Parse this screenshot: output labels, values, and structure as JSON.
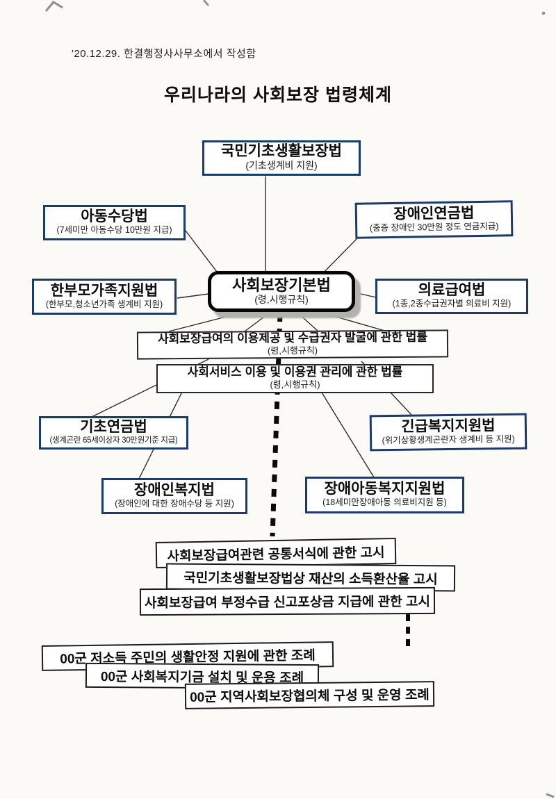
{
  "meta": {
    "note": "'20.12.29. 한결행정사사무소에서 작성함",
    "title": "우리나라의 사회보장 법령체계"
  },
  "laws": {
    "center": {
      "title": "사회보장기본법",
      "subtitle": "(령,시행규칙)"
    },
    "national_basic": {
      "title": "국민기초생활보장법",
      "subtitle": "(기초생계비 지원)"
    },
    "child_allowance": {
      "title": "아동수당법",
      "subtitle": "(7세미만 아동수당 10만원 지급)"
    },
    "disability_pension": {
      "title": "장애인연금법",
      "subtitle": "(중증 장애인 30만원 정도 연금지급)"
    },
    "single_parent": {
      "title": "한부모가족지원법",
      "subtitle": "(한부모,청소년가족 생계비 지원)"
    },
    "medical_benefit": {
      "title": "의료급여법",
      "subtitle": "(1종,2종수급권자별 의료비 지원)"
    },
    "benefit_provision": {
      "title": "사회보장급여의 이용제공 및 수급권자 발굴에 관한 법률",
      "subtitle": "(령,시행규칙)"
    },
    "social_service": {
      "title": "사회서비스 이용 및 이용권 관리에 관한 법률",
      "subtitle": "(령,시행규칙)"
    },
    "basic_pension": {
      "title": "기초연금법",
      "subtitle": "(생계곤란 65세이상자 30만원기준 지급)"
    },
    "emergency_welfare": {
      "title": "긴급복지지원법",
      "subtitle": "(위기상황생계곤란자 생계비 등 지원)"
    },
    "disabled_welfare": {
      "title": "장애인복지법",
      "subtitle": "(장애인에 대한 장애수당 등 지원)"
    },
    "disabled_child": {
      "title": "장애아동복지지원법",
      "subtitle": "(18세미만장애아동 의료비지원 등)"
    }
  },
  "notices": {
    "items": [
      "사회보장급여관련 공통서식에 관한 고시",
      "국민기초생활보장법상 재산의 소득환산율 고시",
      "사회보장급여 부정수급 신고포상금 지급에 관한 고시"
    ]
  },
  "ordinances": {
    "items": [
      "00군 저소득 주민의 생활안정 지원에 관한 조례",
      "00군 사회복지기금 설치 및 운용 조례",
      "00군 지역사회보장협의체 구성 및 운영 조례"
    ]
  },
  "colors": {
    "law_border": "#1d3b68",
    "ink": "#141414",
    "plain_border": "#1b1b1b",
    "shadow": "#b3b1ad"
  }
}
